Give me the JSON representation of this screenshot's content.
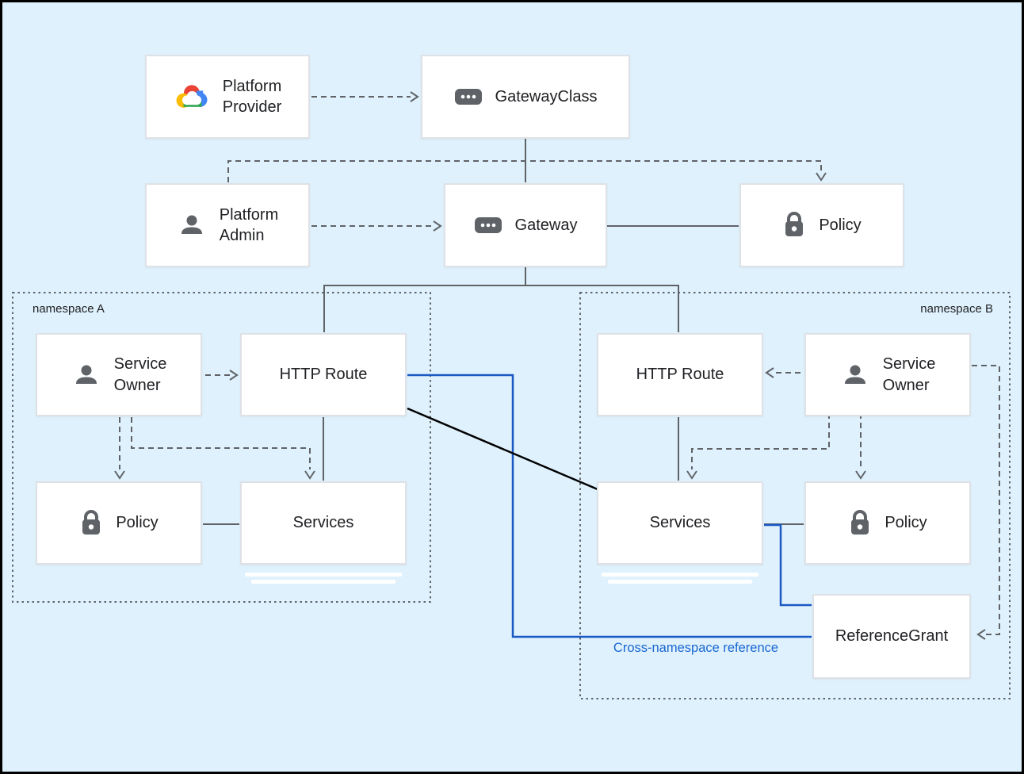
{
  "diagram": {
    "colors": {
      "background": "#dff1fc",
      "frame_border": "#000000",
      "connector_gray": "#5f6368",
      "connector_blue": "#1a58c4",
      "connector_black": "#000000",
      "box_border": "#dee1e5",
      "node_text": "#202124",
      "annotation_blue": "#1967d2",
      "icon_gray": "#5f6368",
      "gcp_red": "#ea4335",
      "gcp_blue": "#4285f4",
      "gcp_yellow": "#fbbc04",
      "gcp_green": "#34a853"
    },
    "groups": {
      "namespace_a": {
        "label": "namespace A"
      },
      "namespace_b": {
        "label": "namespace B"
      }
    },
    "nodes": {
      "platform_provider": {
        "label": "Platform Provider",
        "icon": "google-cloud-logo-icon"
      },
      "gateway_class": {
        "label": "GatewayClass",
        "icon": "resource-chip-icon"
      },
      "platform_admin": {
        "label": "Platform Admin",
        "icon": "person-icon"
      },
      "gateway": {
        "label": "Gateway",
        "icon": "resource-chip-icon"
      },
      "policy_top": {
        "label": "Policy",
        "icon": "lock-icon"
      },
      "service_owner_a": {
        "label": "Service Owner",
        "icon": "person-icon"
      },
      "http_route_a": {
        "label": "HTTP Route",
        "icon": null
      },
      "policy_a": {
        "label": "Policy",
        "icon": "lock-icon"
      },
      "services_a": {
        "label": "Services",
        "icon": null
      },
      "http_route_b": {
        "label": "HTTP Route",
        "icon": null
      },
      "service_owner_b": {
        "label": "Service Owner",
        "icon": "person-icon"
      },
      "services_b": {
        "label": "Services",
        "icon": null
      },
      "policy_b": {
        "label": "Policy",
        "icon": "lock-icon"
      },
      "reference_grant": {
        "label": "ReferenceGrant",
        "icon": null
      }
    },
    "annotations": {
      "cross_namespace_label": "Cross-namespace reference"
    },
    "edges": [
      {
        "from": "platform_provider",
        "to": "gateway_class",
        "style": "dashed-arrow"
      },
      {
        "from": "gateway_class",
        "to": "gateway",
        "style": "solid"
      },
      {
        "from": "platform_admin",
        "to": "policy_top",
        "style": "dashed-arrow"
      },
      {
        "from": "platform_admin",
        "to": "gateway",
        "style": "dashed-arrow"
      },
      {
        "from": "gateway",
        "to": "policy_top",
        "style": "solid"
      },
      {
        "from": "gateway",
        "to": "http_route_a",
        "style": "solid"
      },
      {
        "from": "gateway",
        "to": "http_route_b",
        "style": "solid"
      },
      {
        "from": "service_owner_a",
        "to": "http_route_a",
        "style": "dashed-arrow"
      },
      {
        "from": "service_owner_a",
        "to": "policy_a",
        "style": "dashed-arrow"
      },
      {
        "from": "service_owner_a",
        "to": "services_a",
        "style": "dashed-arrow"
      },
      {
        "from": "http_route_a",
        "to": "services_a",
        "style": "solid"
      },
      {
        "from": "policy_a",
        "to": "services_a",
        "style": "solid"
      },
      {
        "from": "http_route_a",
        "to": "services_b",
        "style": "solid-black"
      },
      {
        "from": "http_route_a",
        "to": "reference_grant",
        "style": "solid-blue"
      },
      {
        "from": "service_owner_b",
        "to": "http_route_b",
        "style": "dashed-arrow"
      },
      {
        "from": "service_owner_b",
        "to": "services_b",
        "style": "dashed-arrow"
      },
      {
        "from": "service_owner_b",
        "to": "policy_b",
        "style": "dashed-arrow"
      },
      {
        "from": "service_owner_b",
        "to": "reference_grant",
        "style": "dashed-arrow"
      },
      {
        "from": "http_route_b",
        "to": "services_b",
        "style": "solid"
      },
      {
        "from": "services_b",
        "to": "policy_b",
        "style": "solid"
      },
      {
        "from": "services_b",
        "to": "reference_grant",
        "style": "solid-blue"
      }
    ]
  }
}
